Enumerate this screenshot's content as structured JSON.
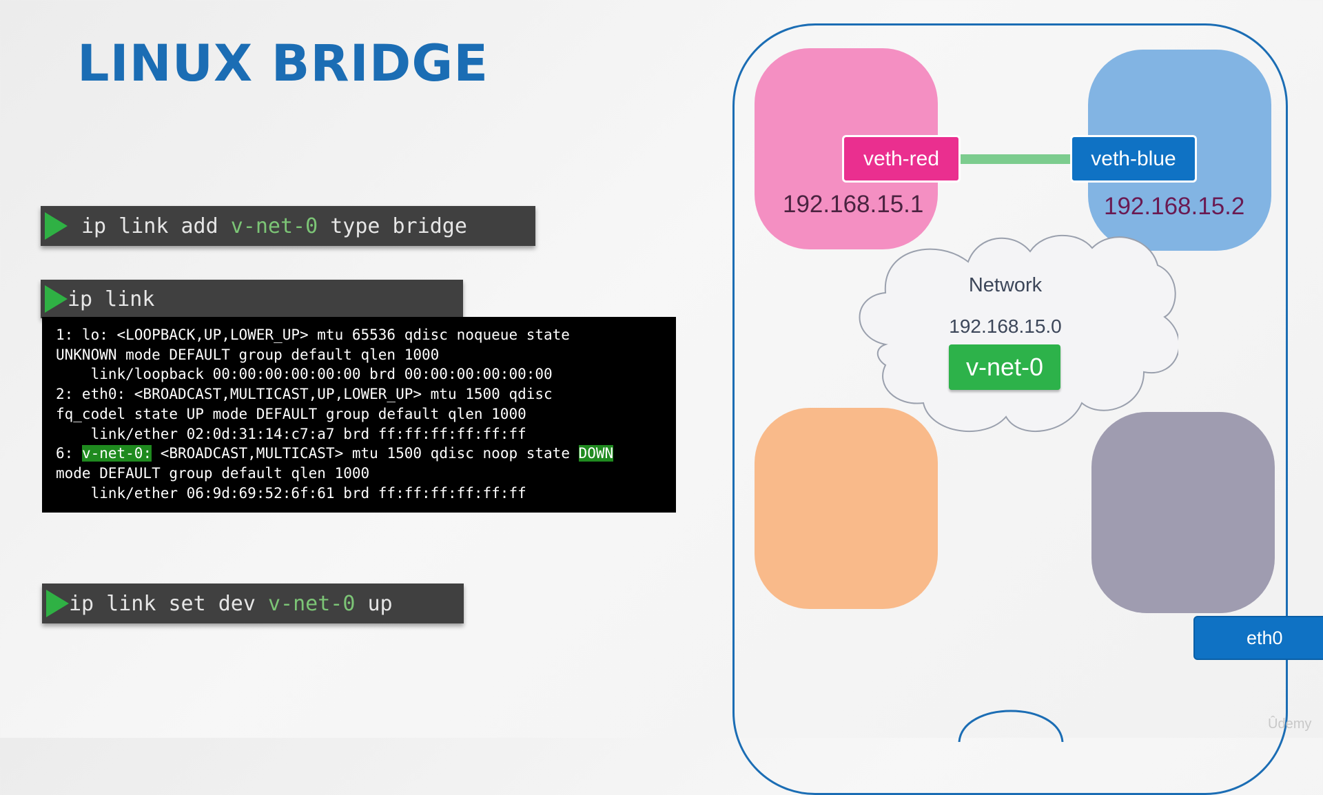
{
  "slide": {
    "title": "LINUX BRIDGE"
  },
  "commands": {
    "add": {
      "prefix": "ip link add ",
      "highlight": "v-net-0",
      "suffix": " type bridge"
    },
    "link": {
      "text": "ip link"
    },
    "set": {
      "prefix": "ip link set dev ",
      "highlight": "v-net-0",
      "suffix": " up"
    }
  },
  "terminal": {
    "l1": "1: lo: <LOOPBACK,UP,LOWER_UP> mtu 65536 qdisc noqueue state",
    "l2": "UNKNOWN mode DEFAULT group default qlen 1000",
    "l3": "    link/loopback 00:00:00:00:00:00 brd 00:00:00:00:00:00",
    "l4": "2: eth0: <BROADCAST,MULTICAST,UP,LOWER_UP> mtu 1500 qdisc",
    "l5": "fq_codel state UP mode DEFAULT group default qlen 1000",
    "l6": "    link/ether 02:0d:31:14:c7:a7 brd ff:ff:ff:ff:ff:ff",
    "l7_prefix": "6: ",
    "l7_iface": "v-net-0:",
    "l7_mid": " <BROADCAST,MULTICAST> mtu 1500 qdisc noop state ",
    "l7_state": "DOWN",
    "l8": "mode DEFAULT group default qlen 1000",
    "l9": "    link/ether 06:9d:69:52:6f:61 brd ff:ff:ff:ff:ff:ff"
  },
  "diagram": {
    "veth_red": "veth-red",
    "veth_blue": "veth-blue",
    "ip_red": "192.168.15.1",
    "ip_blue": "192.168.15.2",
    "network_label": "Network",
    "network_ip": "192.168.15.0",
    "bridge": "v-net-0",
    "eth0": "eth0",
    "colors": {
      "red_ns": "#f48fc2",
      "blue_ns": "#82b4e3",
      "orange_ns": "#f9ba8a",
      "gray_ns": "#9f9cb0",
      "bridge": "#2db24a",
      "device_border": "#1b6db4"
    }
  },
  "watermark": "Ûdemy"
}
